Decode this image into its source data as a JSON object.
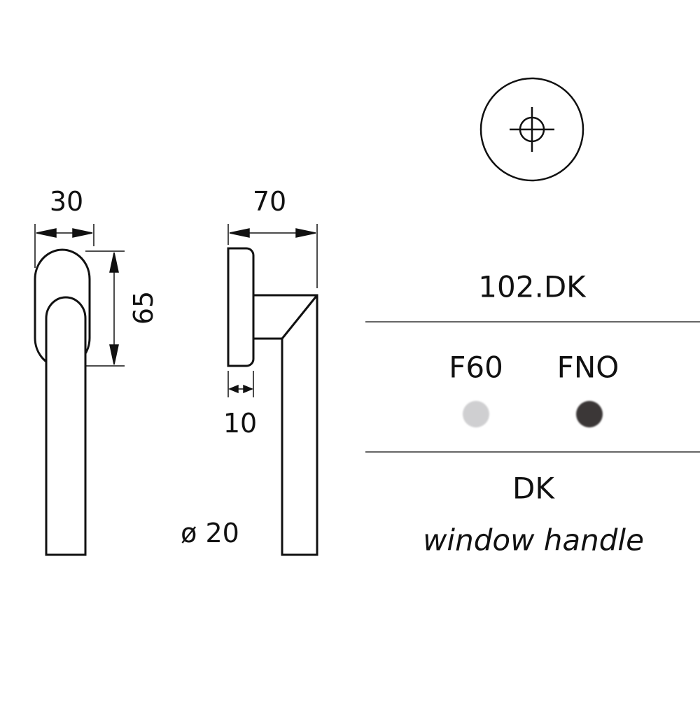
{
  "dimensions": {
    "width": "30",
    "height": "65",
    "projection": "70",
    "rose_thickness": "10",
    "diameter": "ø 20"
  },
  "product": {
    "code": "102.DK",
    "type": "DK",
    "description": "window handle"
  },
  "finishes": [
    {
      "label": "F60",
      "color": "#cfcfd1"
    },
    {
      "label": "FNO",
      "color": "#3b3737"
    }
  ]
}
